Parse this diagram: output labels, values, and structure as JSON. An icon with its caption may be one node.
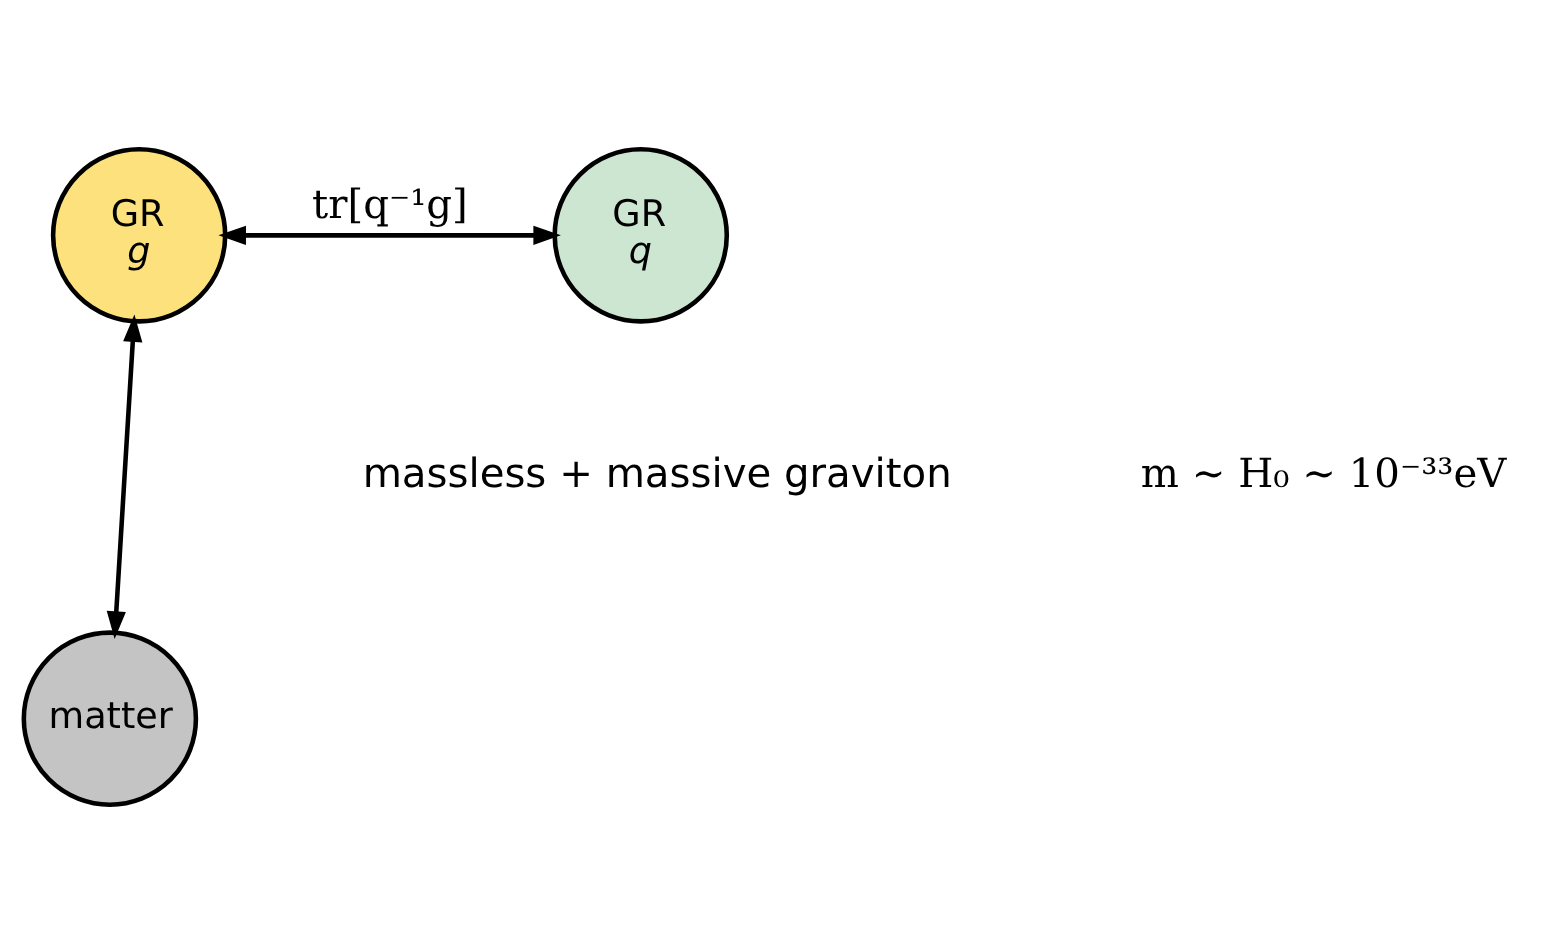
{
  "diagram": {
    "nodes": [
      {
        "text": [
          "GR",
          "g"
        ]
      },
      {
        "text": [
          "GR",
          "q"
        ]
      },
      {
        "text": [
          "matter"
        ]
      }
    ],
    "edges": [
      {
        "from": 0,
        "to": 1,
        "arrow": "both",
        "label": "tr[q⁻¹g]"
      },
      {
        "from": 0,
        "to": 2,
        "arrow": "both"
      }
    ],
    "labels": [
      "massless + massive graviton",
      "m ∼ H₀ ∼ 10⁻³³eV"
    ]
  }
}
